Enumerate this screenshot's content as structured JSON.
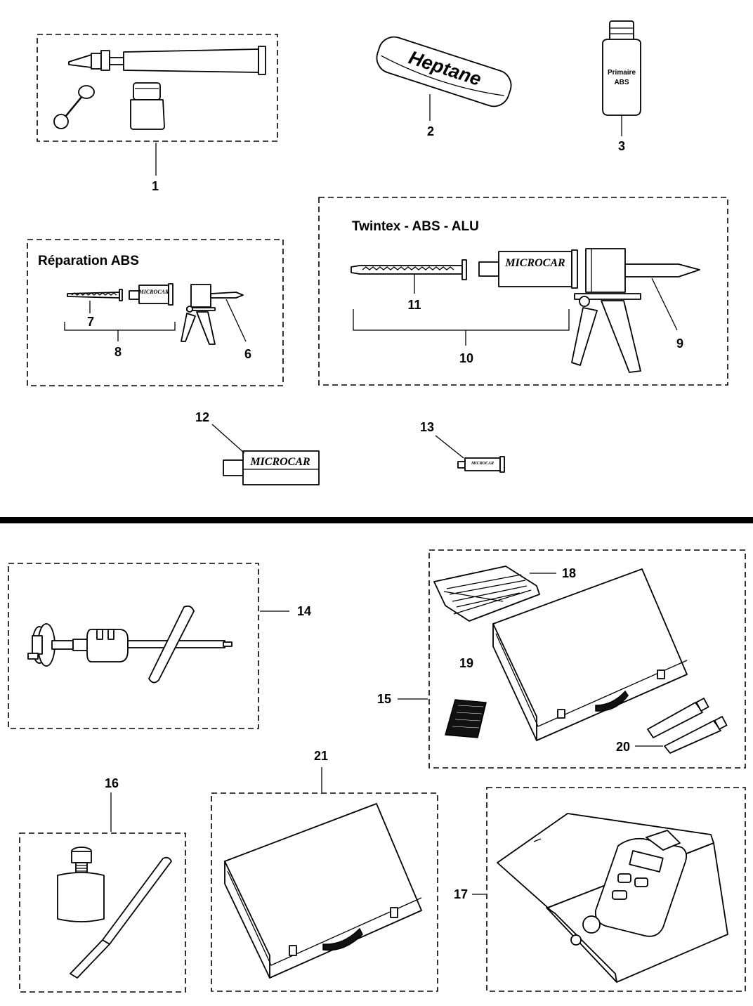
{
  "groups": {
    "reparation_title": "Réparation ABS",
    "twintex_title": "Twintex - ABS - ALU"
  },
  "product_text": {
    "heptane": "Heptane",
    "primaire_line1": "Primaire",
    "primaire_line2": "ABS",
    "microcar": "MICROCAR"
  },
  "callouts": [
    "1",
    "2",
    "3",
    "6",
    "7",
    "8",
    "9",
    "10",
    "11",
    "12",
    "13",
    "14",
    "15",
    "16",
    "17",
    "18",
    "19",
    "20",
    "21"
  ]
}
